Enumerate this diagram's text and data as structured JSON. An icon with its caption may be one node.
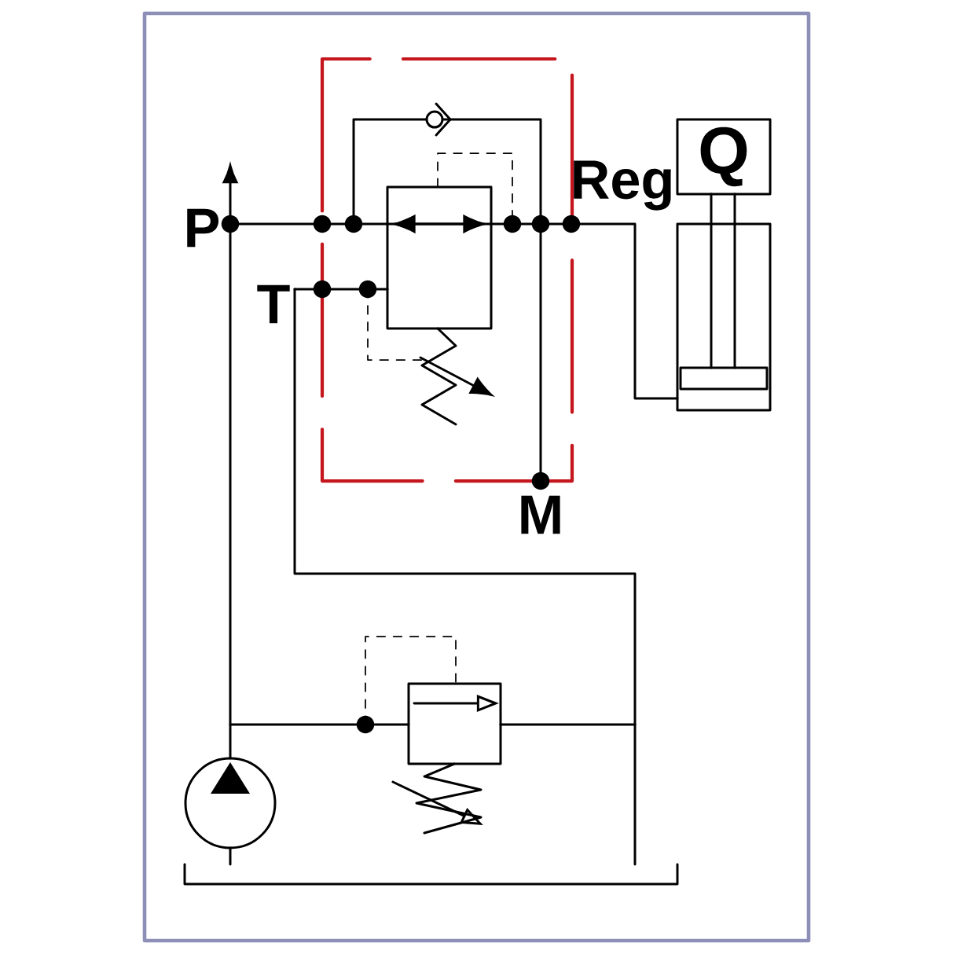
{
  "diagram": {
    "nodes": [
      {
        "text": [
          "Q"
        ]
      }
    ],
    "labels": [
      "P",
      "T",
      "Reg",
      "M"
    ]
  }
}
